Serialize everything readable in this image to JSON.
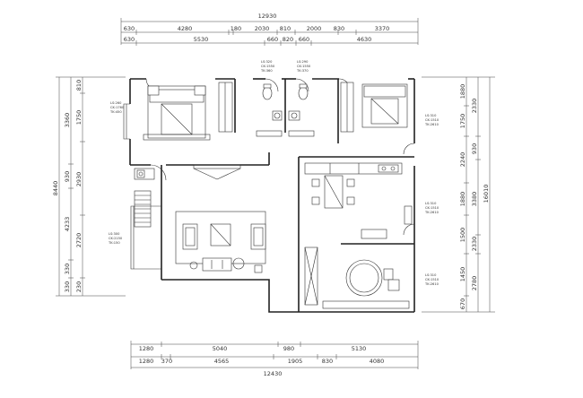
{
  "top_dims": {
    "overall": "12930",
    "row1": [
      "630",
      "4280",
      "180",
      "2030",
      "810",
      "2000",
      "830",
      "3370"
    ],
    "row2": [
      "630",
      "5530",
      "660",
      "820",
      "660",
      "4630"
    ]
  },
  "bottom_dims": {
    "row1": [
      "1280",
      "5040",
      "980",
      "5130"
    ],
    "row2": [
      "1280",
      "370",
      "4565",
      "1905",
      "830",
      "4080"
    ],
    "overall": "12430"
  },
  "left_dims": {
    "outer": "8440",
    "col1": [
      "3360",
      "930",
      "4233",
      "330",
      "330"
    ],
    "col2": [
      "810",
      "1750",
      "2930",
      "2720",
      "230"
    ]
  },
  "right_dims": {
    "outer": "16010",
    "col1": [
      "1880",
      "1750",
      "2240",
      "1880",
      "1500",
      "1450",
      "670"
    ],
    "col2": [
      "2330",
      "930",
      "3380",
      "2330",
      "2780"
    ]
  },
  "annotations": {
    "master_bed": [
      "LS:260",
      "CK:1760",
      "TK:450"
    ],
    "bath1": [
      "LS:320",
      "CK:1550",
      "TK:360"
    ],
    "bath2": [
      "LS:290",
      "CK:1550",
      "TK:370"
    ],
    "bed2": [
      "LS:310",
      "CK:1510",
      "TK:2610"
    ],
    "kitchen": [
      "LS:310",
      "CK:1510",
      "TK:2610"
    ],
    "living": [
      "LS:300",
      "CK:2150",
      "TK:150"
    ],
    "study": [
      "LS:310",
      "CK:1510",
      "TK:2610"
    ]
  }
}
